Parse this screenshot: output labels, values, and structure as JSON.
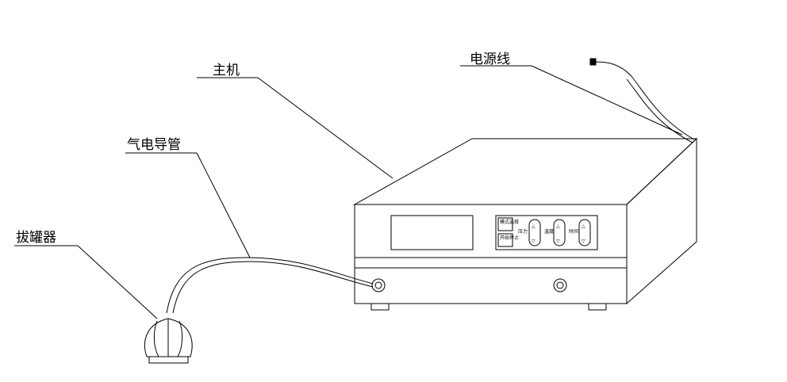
{
  "labels": {
    "host": "主机",
    "power_cord": "电源线",
    "air_electric_tube": "气电导管",
    "cup_puller": "拔罐器"
  },
  "panel": {
    "mode_select": "模式选择",
    "start_stop": "开始停止",
    "pressure": "压力",
    "temperature": "温度",
    "time": "时间"
  }
}
